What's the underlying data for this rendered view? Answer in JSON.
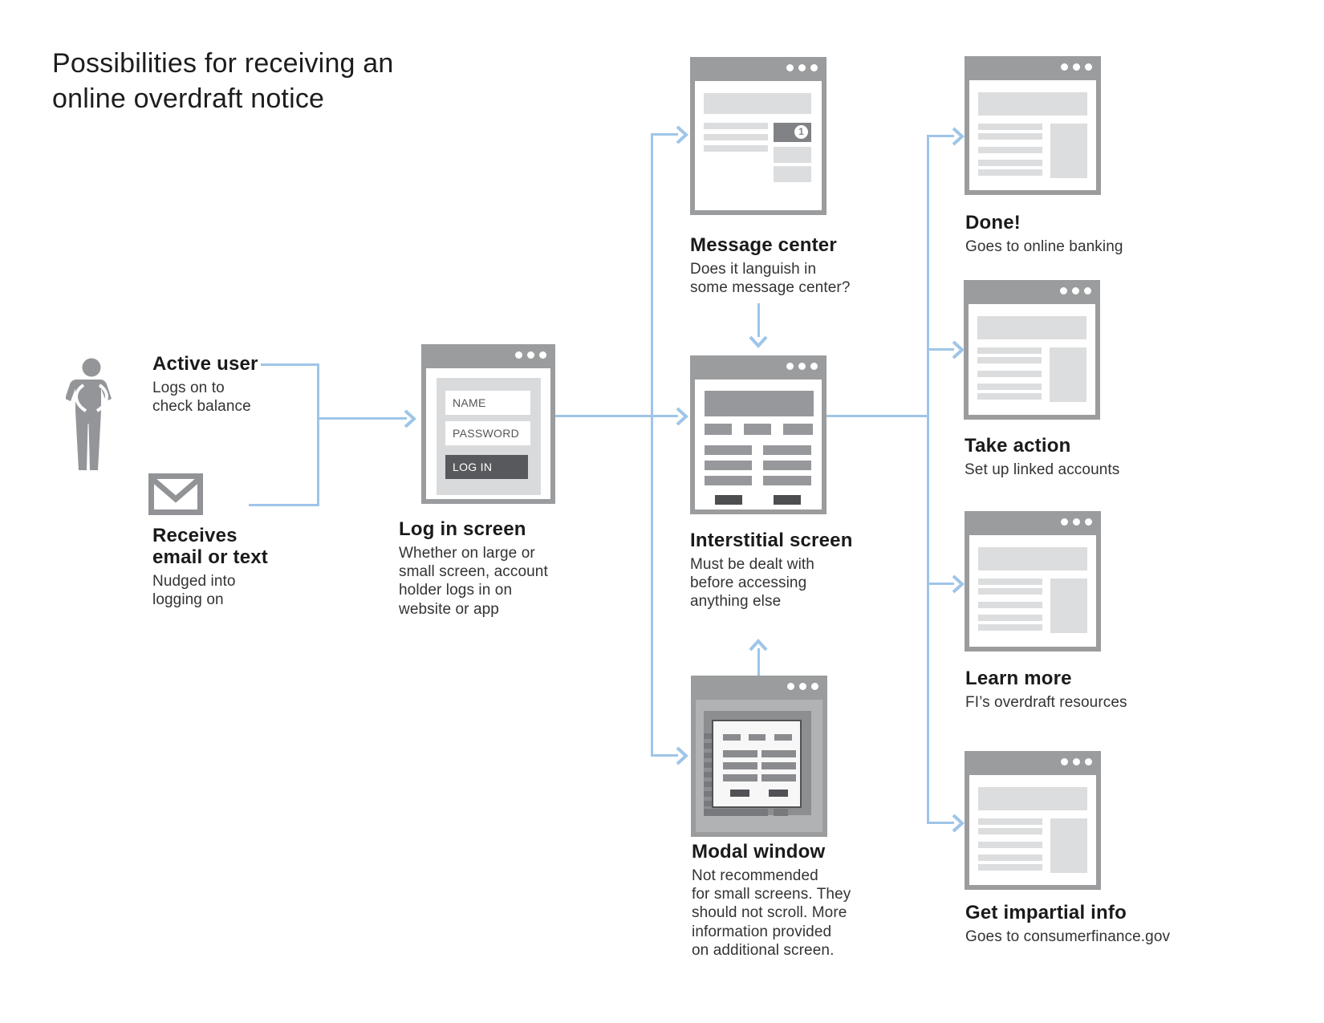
{
  "title": "Possibilities for receiving an\nonline overdraft notice",
  "colors": {
    "connector_blue": "#9fc5e8",
    "window_gray": "#9b9c9e",
    "block_light": "#dcddde",
    "block_mid": "#97989b",
    "block_dark": "#4d4e50",
    "icon_gray": "#939598"
  },
  "start": {
    "active_user": {
      "label": "Active user",
      "desc": "Logs on to\ncheck balance"
    },
    "email": {
      "label": "Receives\nemail or text",
      "desc": "Nudged into\nlogging on"
    }
  },
  "login": {
    "label": "Log in screen",
    "desc": "Whether on large or\nsmall screen, account\nholder logs in on\nwebsite or app",
    "fields": {
      "name": "NAME",
      "password": "PASSWORD",
      "submit": "LOG IN"
    }
  },
  "message_center": {
    "label": "Message center",
    "desc": "Does it languish in\nsome message center?",
    "badge": "1"
  },
  "interstitial": {
    "label": "Interstitial screen",
    "desc": "Must be dealt with\nbefore accessing\nanything else"
  },
  "modal": {
    "label": "Modal window",
    "desc": "Not recommended\nfor  small screens. They\nshould not scroll. More\ninformation provided\non additional screen."
  },
  "outcomes": [
    {
      "label": "Done!",
      "desc": "Goes to online banking"
    },
    {
      "label": "Take action",
      "desc": "Set up linked accounts"
    },
    {
      "label": "Learn more",
      "desc": "FI’s overdraft resources"
    },
    {
      "label": "Get impartial info",
      "desc": "Goes to consumerfinance.gov"
    }
  ]
}
